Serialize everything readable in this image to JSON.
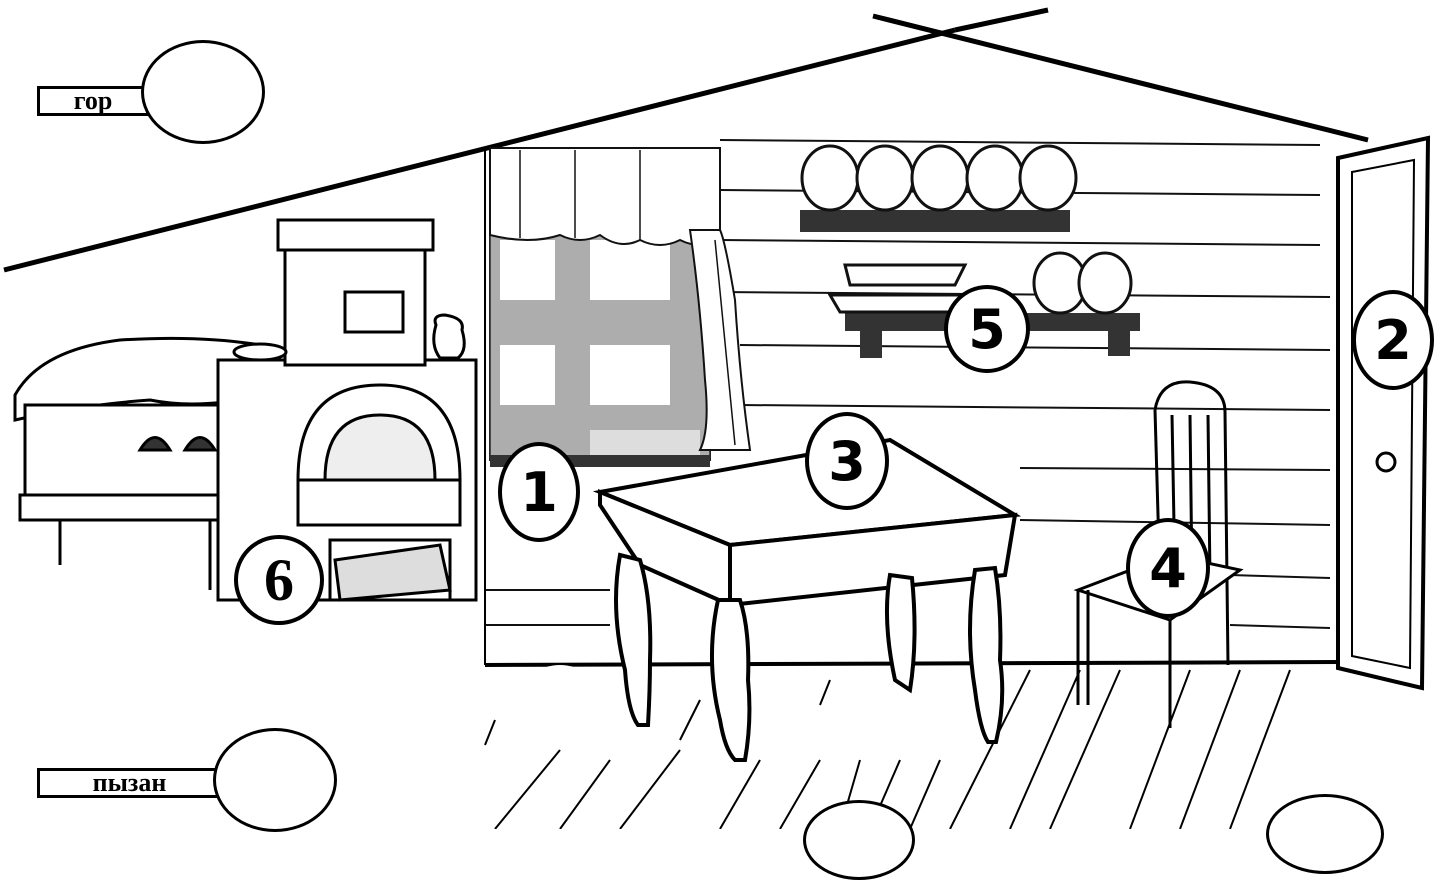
{
  "worksheet": {
    "word_boxes": [
      {
        "id": "gor",
        "text": "гор"
      },
      {
        "id": "pyzan",
        "text": "пызан"
      }
    ],
    "item_numbers": [
      "1",
      "2",
      "3",
      "4",
      "5",
      "6"
    ]
  },
  "items": [
    {
      "number": "1",
      "object": "window-with-curtains"
    },
    {
      "number": "2",
      "object": "door"
    },
    {
      "number": "3",
      "object": "table"
    },
    {
      "number": "4",
      "object": "chair"
    },
    {
      "number": "5",
      "object": "dish-shelf"
    },
    {
      "number": "6",
      "object": "stove"
    }
  ]
}
